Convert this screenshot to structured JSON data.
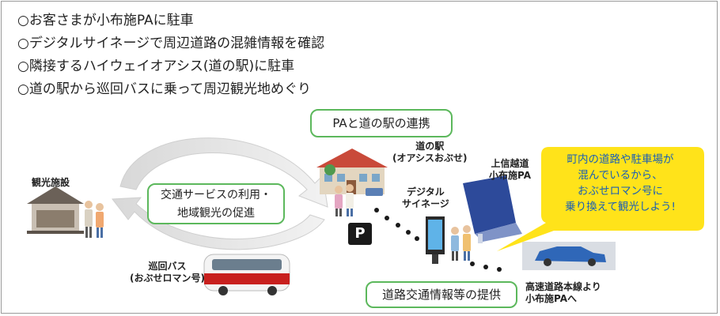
{
  "bullets": [
    "○お客さまが小布施PAに駐車",
    "○デジタルサイネージで周辺道路の混雑情報を確認",
    "○隣接するハイウェイオアシス(道の駅)に駐車",
    "○道の駅から巡回バスに乗って周辺観光地めぐり"
  ],
  "boxes": {
    "pa_link": "PAと道の駅の連携",
    "transport_line1": "交通サービスの利用・",
    "transport_line2": "地域観光の促進",
    "road_info": "道路交通情報等の提供"
  },
  "labels": {
    "tourism_facility": "観光施設",
    "michi_no_eki_1": "道の駅",
    "michi_no_eki_2": "(オアシスおぶせ)",
    "pa_1": "上信越道",
    "pa_2": "小布施PA",
    "signage_1": "デジタル",
    "signage_2": "サイネージ",
    "bus_1": "巡回バス",
    "bus_2": "(おぶせロマン号)",
    "highway_1": "高速道路本線より",
    "highway_2": "小布施PAへ",
    "parking_sign": "P"
  },
  "callout": {
    "line1": "町内の道路や駐車場が",
    "line2": "混んでいるから、",
    "line3": "おぶせロマン号に",
    "line4": "乗り換えて観光しよう!"
  },
  "colors": {
    "green_border": "#5cb85c",
    "callout_fill": "#ffe31a",
    "callout_text": "#1a5fb4",
    "bus_red": "#c8201e"
  }
}
